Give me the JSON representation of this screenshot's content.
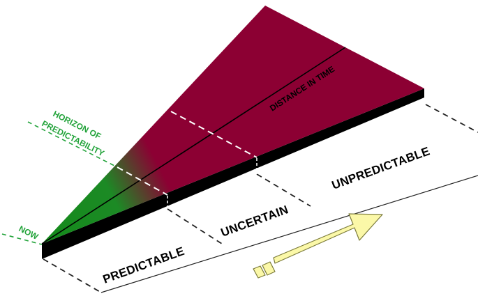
{
  "labels": {
    "now": "NOW",
    "horizon_line1": "HORIZON OF",
    "horizon_line2": "PREDICTABILITY",
    "distance": "DISTANCE IN TIME",
    "predictable": "PREDICTABLE",
    "uncertain": "UNCERTAIN",
    "unpredictable": "UNPREDICTABLE"
  },
  "colors": {
    "predictable_zone": "#1f8a1f",
    "unpredictable_zone": "#8c0033",
    "label_green": "#22a33a",
    "arrow_fill": "#fbf8a8",
    "slab_edge": "#000000"
  },
  "icons": {
    "direction_arrow": "direction-arrow-icon"
  }
}
